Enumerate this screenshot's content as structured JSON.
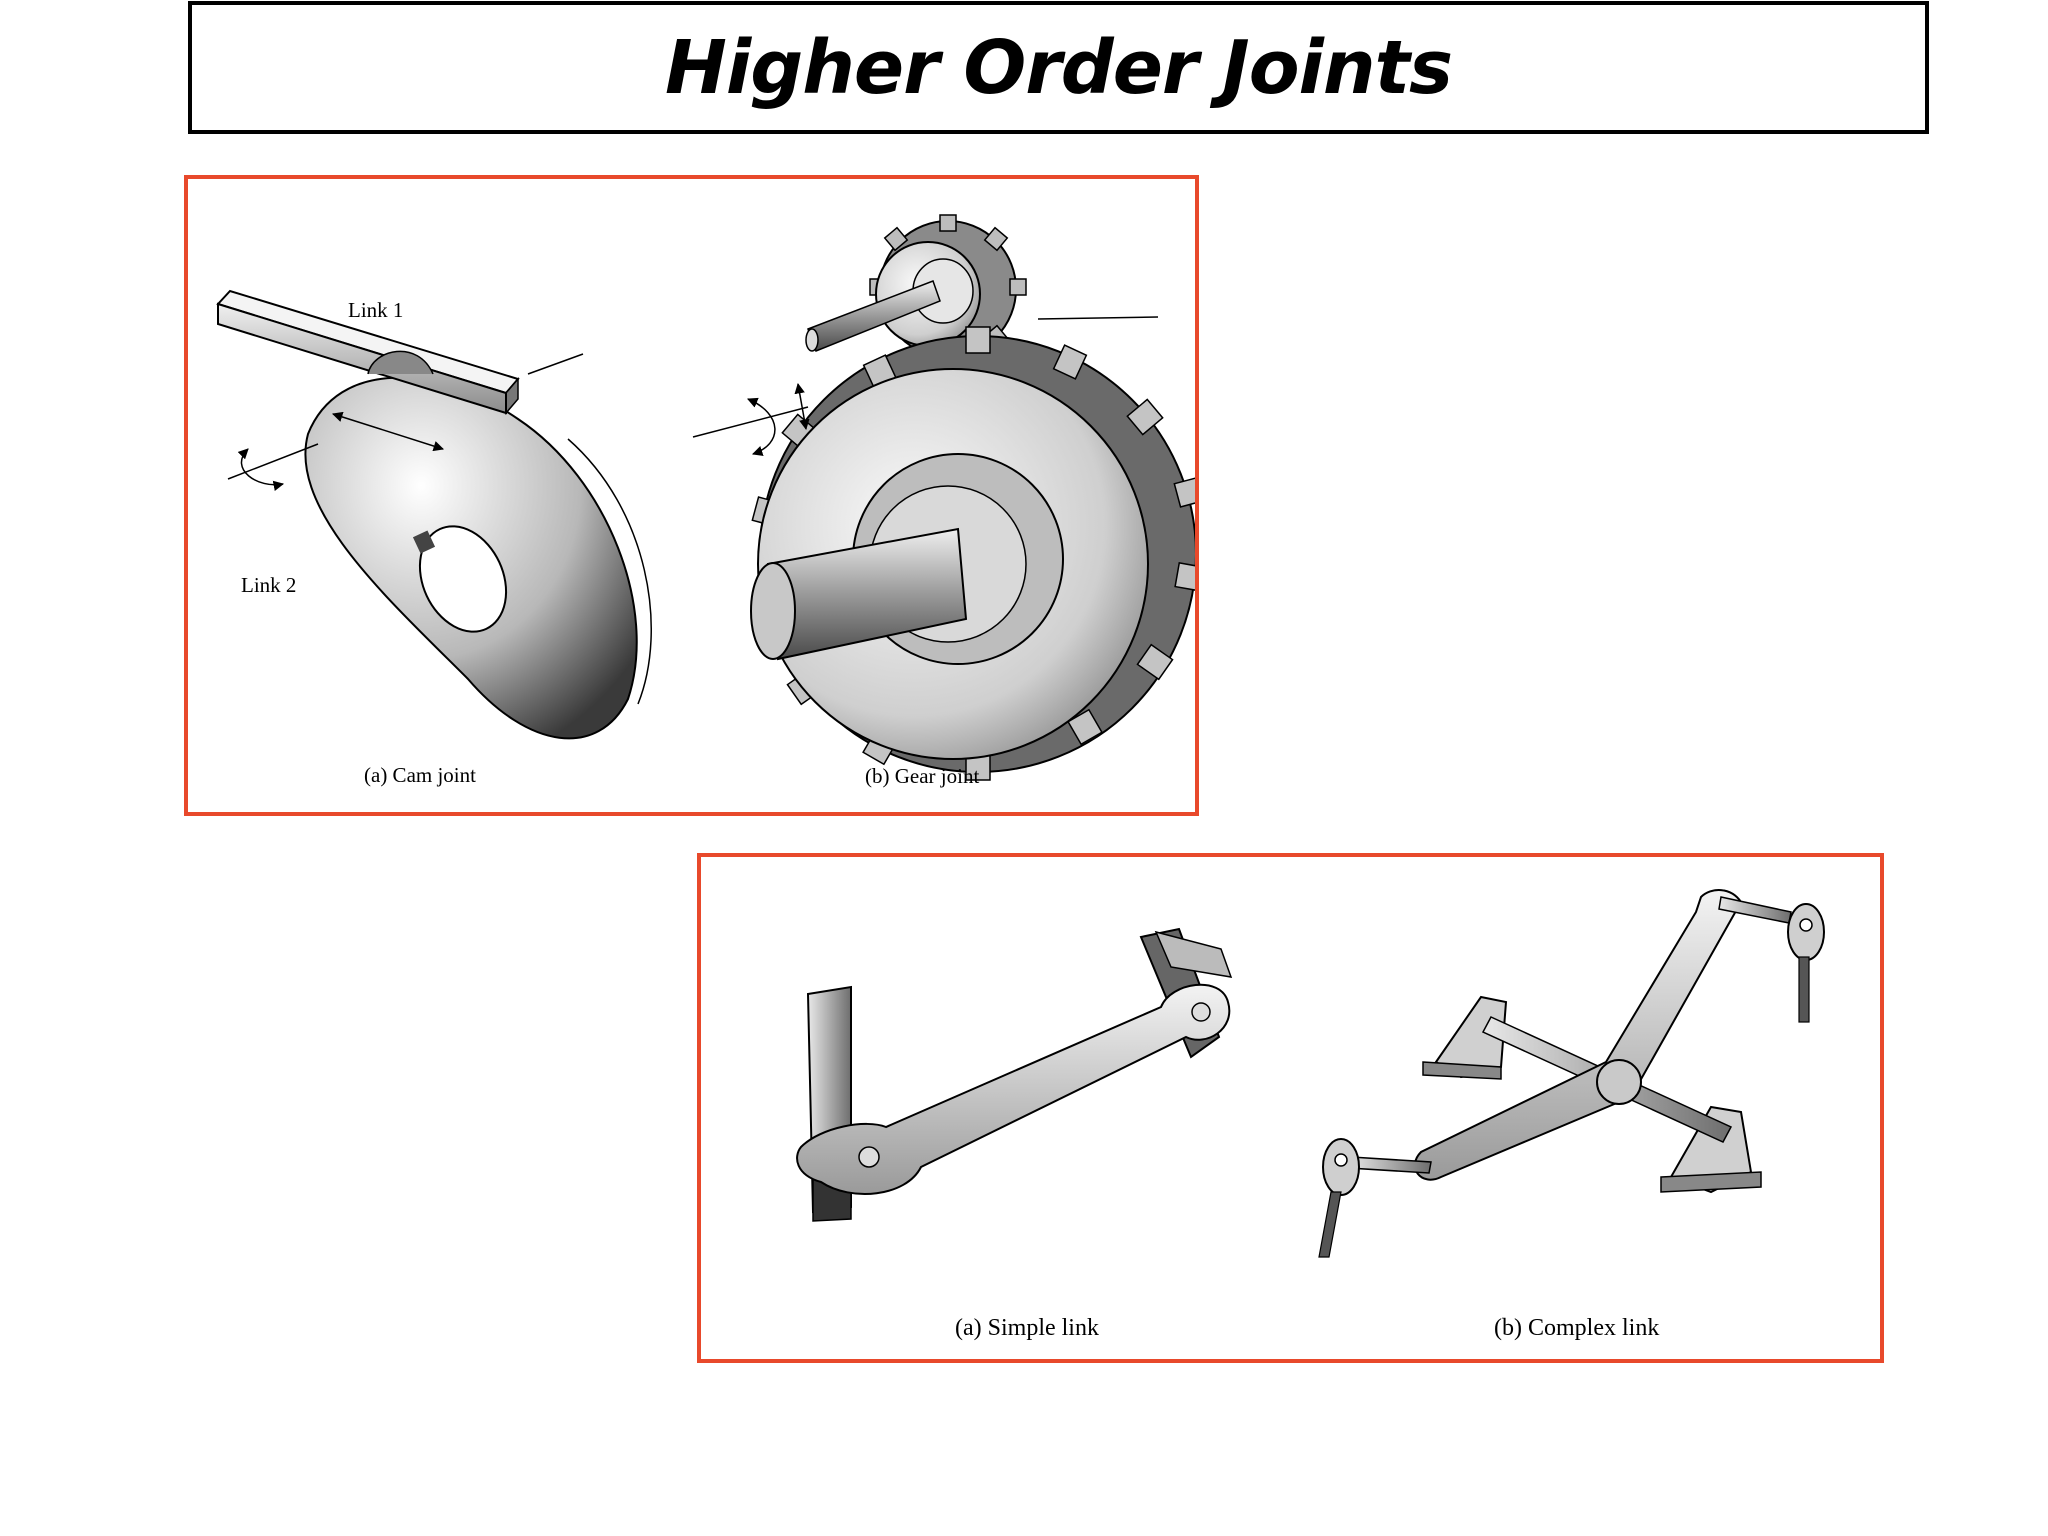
{
  "title": "Higher Order Joints",
  "joints_figure": {
    "cam": {
      "link1_label": "Link 1",
      "link2_label": "Link 2",
      "caption": "(a) Cam joint"
    },
    "gear": {
      "caption": "(b) Gear joint"
    }
  },
  "links_figure": {
    "simple": {
      "caption": "(a) Simple link"
    },
    "complex": {
      "caption": "(b) Complex link"
    }
  },
  "colors": {
    "panel_border": "#e8492b",
    "title_border": "#000000"
  }
}
